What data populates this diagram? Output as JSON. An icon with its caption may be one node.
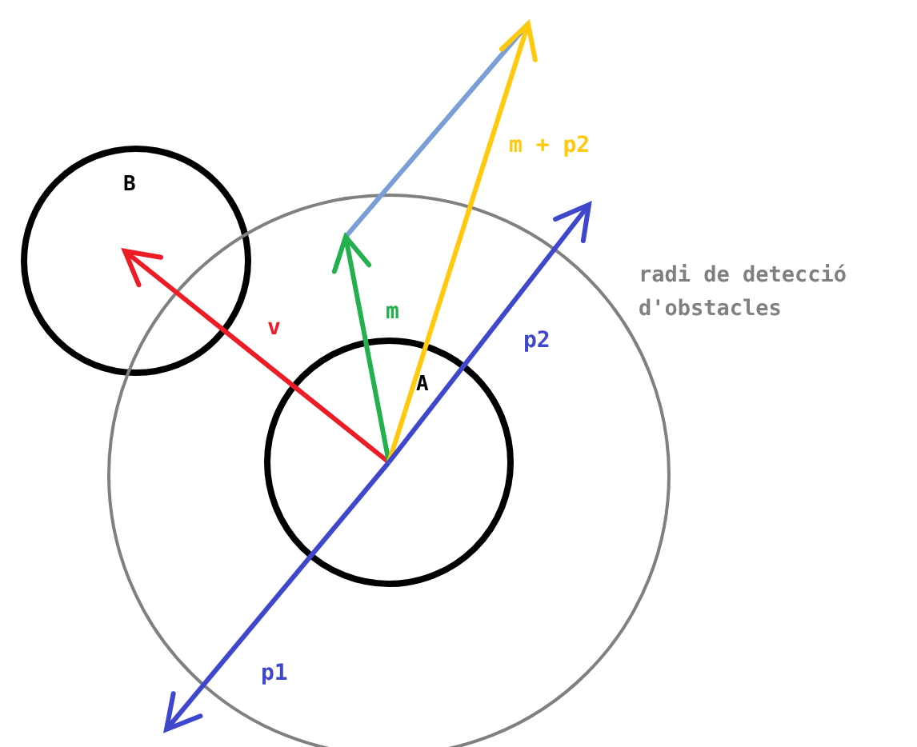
{
  "diagram": {
    "nodes": [
      {
        "text": [
          "B"
        ]
      },
      {
        "text": [],
        "shape": "circle",
        "beside": [
          "radi de detecció d'obstacles"
        ]
      },
      {
        "text": [
          "A"
        ],
        "in": 1
      }
    ],
    "edges": [
      {
        "from": 2,
        "to": 0,
        "arrow": "to",
        "label": "v",
        "color": "#ee1c24"
      },
      {
        "from": 2,
        "to": null,
        "arrow": "to",
        "label": "m",
        "color": "#22b14c"
      },
      {
        "from": 2,
        "to": null,
        "arrow": "to",
        "label": "m + p2",
        "color": "#ffc90e"
      },
      {
        "from": 2,
        "to": null,
        "arrow": "to",
        "label": "p2",
        "color": "#3f48cc"
      },
      {
        "from": 2,
        "to": null,
        "arrow": "to",
        "label": "p1",
        "color": "#3f48cc"
      }
    ]
  }
}
